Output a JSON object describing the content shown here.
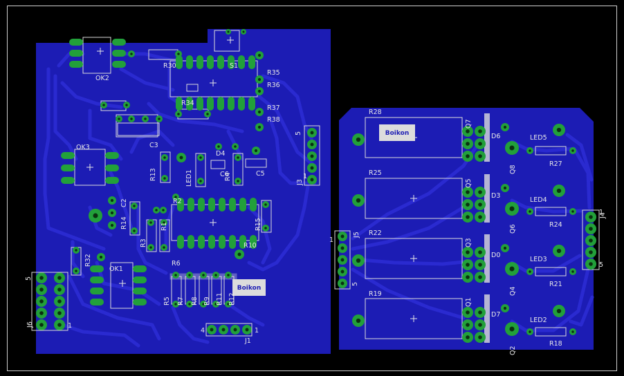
{
  "colors": {
    "background": "#000000",
    "copper": "#1c1cb4",
    "trace": "#2424c0",
    "pad": "#22a03a",
    "silk": "#dcdcdc",
    "border": "#cfcfcf"
  },
  "left_board_labels": {
    "ok2": "OK2",
    "r30": "R30",
    "s1": "S1",
    "r35": "R35",
    "r36": "R36",
    "r34": "R34",
    "r37": "R37",
    "r38": "R38",
    "c3": "C3",
    "ok3": "OK3",
    "d4": "D4",
    "r13": "R13",
    "led1": "LED1",
    "c6": "C6",
    "r4": "R4",
    "c5": "C5",
    "j3": "J3",
    "j3_pin1": "1",
    "j3_pin5": "5",
    "c2": "C2",
    "r14": "R14",
    "r3": "R3",
    "r1": "R1",
    "r2": "R2",
    "r15": "R15",
    "r10": "R10",
    "r32": "R32",
    "ok1": "OK1",
    "r6": "R6",
    "r5": "R5",
    "r7": "R7",
    "r8": "R8",
    "r9": "R9",
    "r11": "R11",
    "r12": "R12",
    "j6": "J6",
    "j6_pin5": "5",
    "j6_pin1": "1",
    "j1": "J1",
    "j1_pin4": "4",
    "j1_pin1": "1",
    "brand": "Boikon"
  },
  "right_board_labels": {
    "r28": "R28",
    "r25": "R25",
    "r22": "R22",
    "r19": "R19",
    "q7": "Q7",
    "q5": "Q5",
    "q3": "Q3",
    "q1": "Q1",
    "q8": "Q8",
    "q6": "Q6",
    "q4": "Q4",
    "q2": "Q2",
    "d6": "D6",
    "d3": "D3",
    "d0": "D0",
    "d7": "D7",
    "led5": "LED5",
    "led4": "LED4",
    "led3": "LED3",
    "led2": "LED2",
    "r27": "R27",
    "r24": "R24",
    "r21": "R21",
    "r18": "R18",
    "j5": "J5",
    "j5_pin1": "1",
    "j5_pin5": "5",
    "j4": "J4",
    "j4_pin1": "1",
    "j4_pin5": "5",
    "brand": "Boikon"
  }
}
